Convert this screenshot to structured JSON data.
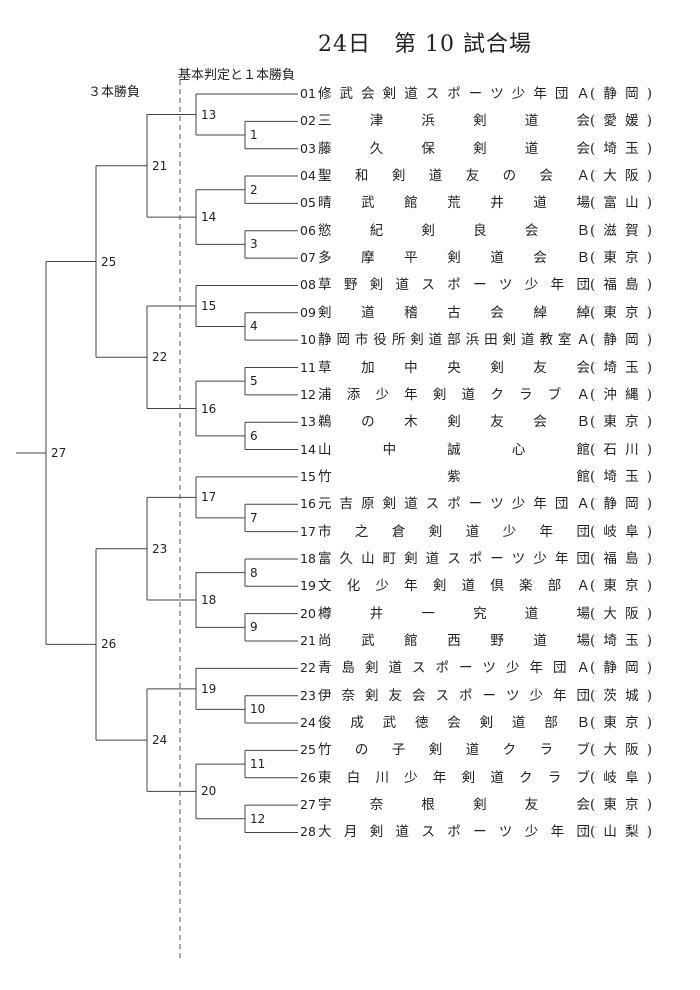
{
  "title": "24日　第 10 試合場",
  "legend": {
    "left": "３本勝負",
    "right": "基本判定と１本勝負"
  },
  "teams": [
    {
      "no": "01",
      "name": "修武会剣道スポーツ少年団Ａ",
      "pref": "静岡"
    },
    {
      "no": "02",
      "name": "三津浜剣道会",
      "pref": "愛媛"
    },
    {
      "no": "03",
      "name": "藤久保剣道会",
      "pref": "埼玉"
    },
    {
      "no": "04",
      "name": "聖和剣道友の会Ａ",
      "pref": "大阪"
    },
    {
      "no": "05",
      "name": "晴武館荒井道場",
      "pref": "富山"
    },
    {
      "no": "06",
      "name": "慾紀剣良会Ｂ",
      "pref": "滋賀"
    },
    {
      "no": "07",
      "name": "多摩平剣道会Ｂ",
      "pref": "東京"
    },
    {
      "no": "08",
      "name": "草野剣道スポーツ少年団",
      "pref": "福島"
    },
    {
      "no": "09",
      "name": "剣道稽古会綽綽",
      "pref": "東京"
    },
    {
      "no": "10",
      "name": "静岡市役所剣道部浜田剣道教室Ａ",
      "pref": "静岡"
    },
    {
      "no": "11",
      "name": "草加中央剣友会",
      "pref": "埼玉"
    },
    {
      "no": "12",
      "name": "浦添少年剣道クラブＡ",
      "pref": "沖縄"
    },
    {
      "no": "13",
      "name": "鵜の木剣友会Ｂ",
      "pref": "東京"
    },
    {
      "no": "14",
      "name": "山中誠心館",
      "pref": "石川"
    },
    {
      "no": "15",
      "name": "竹紫館",
      "pref": "埼玉"
    },
    {
      "no": "16",
      "name": "元吉原剣道スポーツ少年団Ａ",
      "pref": "静岡"
    },
    {
      "no": "17",
      "name": "市之倉剣道少年団",
      "pref": "岐阜"
    },
    {
      "no": "18",
      "name": "富久山町剣道スポーツ少年団",
      "pref": "福島"
    },
    {
      "no": "19",
      "name": "文化少年剣道倶楽部Ａ",
      "pref": "東京"
    },
    {
      "no": "20",
      "name": "樽井一究道場",
      "pref": "大阪"
    },
    {
      "no": "21",
      "name": "尚武館西野道場",
      "pref": "埼玉"
    },
    {
      "no": "22",
      "name": "青島剣道スポーツ少年団Ａ",
      "pref": "静岡"
    },
    {
      "no": "23",
      "name": "伊奈剣友会スポーツ少年団",
      "pref": "茨城"
    },
    {
      "no": "24",
      "name": "俊成武徳会剣道部Ｂ",
      "pref": "東京"
    },
    {
      "no": "25",
      "name": "竹の子剣道クラブ",
      "pref": "大阪"
    },
    {
      "no": "26",
      "name": "東白川少年剣道クラブ",
      "pref": "岐阜"
    },
    {
      "no": "27",
      "name": "宇奈根剣友会",
      "pref": "東京"
    },
    {
      "no": "28",
      "name": "大月剣道スポーツ少年団",
      "pref": "山梨"
    }
  ],
  "matches": [
    {
      "no": "1",
      "a": "t2",
      "b": "t3"
    },
    {
      "no": "2",
      "a": "t4",
      "b": "t5"
    },
    {
      "no": "3",
      "a": "t6",
      "b": "t7"
    },
    {
      "no": "4",
      "a": "t9",
      "b": "t10"
    },
    {
      "no": "5",
      "a": "t11",
      "b": "t12"
    },
    {
      "no": "6",
      "a": "t13",
      "b": "t14"
    },
    {
      "no": "7",
      "a": "t16",
      "b": "t17"
    },
    {
      "no": "8",
      "a": "t18",
      "b": "t19"
    },
    {
      "no": "9",
      "a": "t20",
      "b": "t21"
    },
    {
      "no": "10",
      "a": "t23",
      "b": "t24"
    },
    {
      "no": "11",
      "a": "t25",
      "b": "t26"
    },
    {
      "no": "12",
      "a": "t27",
      "b": "t28"
    },
    {
      "no": "13",
      "a": "t1",
      "b": "m1"
    },
    {
      "no": "14",
      "a": "m2",
      "b": "m3"
    },
    {
      "no": "15",
      "a": "t8",
      "b": "m4"
    },
    {
      "no": "16",
      "a": "m5",
      "b": "m6"
    },
    {
      "no": "17",
      "a": "t15",
      "b": "m7"
    },
    {
      "no": "18",
      "a": "m8",
      "b": "m9"
    },
    {
      "no": "19",
      "a": "t22",
      "b": "m10"
    },
    {
      "no": "20",
      "a": "m11",
      "b": "m12"
    },
    {
      "no": "21",
      "a": "m13",
      "b": "m14"
    },
    {
      "no": "22",
      "a": "m15",
      "b": "m16"
    },
    {
      "no": "23",
      "a": "m17",
      "b": "m18"
    },
    {
      "no": "24",
      "a": "m19",
      "b": "m20"
    },
    {
      "no": "25",
      "a": "m21",
      "b": "m22"
    },
    {
      "no": "26",
      "a": "m23",
      "b": "m24"
    },
    {
      "no": "27",
      "a": "m25",
      "b": "m26"
    }
  ]
}
